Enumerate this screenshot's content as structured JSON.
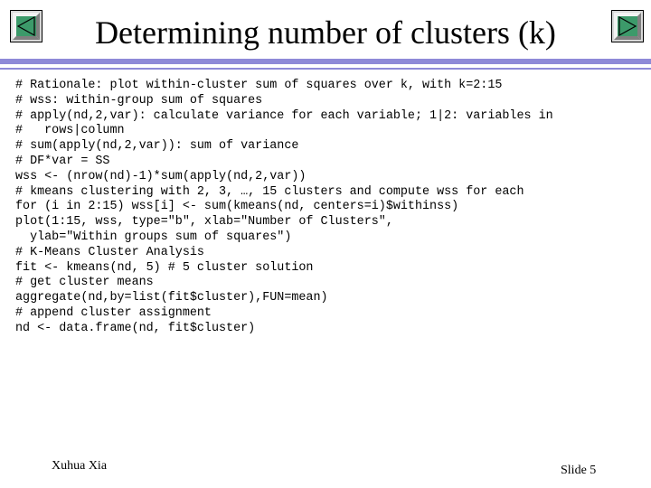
{
  "slide": {
    "title": "Determining number of clusters (k)",
    "code_lines": [
      "# Rationale: plot within-cluster sum of squares over k, with k=2:15",
      "# wss: within-group sum of squares",
      "# apply(nd,2,var): calculate variance for each variable; 1|2: variables in",
      "#   rows|column",
      "# sum(apply(nd,2,var)): sum of variance",
      "# DF*var = SS",
      "wss <- (nrow(nd)-1)*sum(apply(nd,2,var))",
      "# kmeans clustering with 2, 3, …, 15 clusters and compute wss for each",
      "for (i in 2:15) wss[i] <- sum(kmeans(nd, centers=i)$withinss)",
      "plot(1:15, wss, type=\"b\", xlab=\"Number of Clusters\",",
      "  ylab=\"Within groups sum of squares\")",
      "# K-Means Cluster Analysis",
      "fit <- kmeans(nd, 5) # 5 cluster solution",
      "# get cluster means",
      "aggregate(nd,by=list(fit$cluster),FUN=mean)",
      "# append cluster assignment",
      "nd <- data.frame(nd, fit$cluster)"
    ],
    "author": "Xuhua Xia",
    "slide_number": "Slide 5"
  },
  "navigation": {
    "prev_icon": "triangle-left-icon",
    "next_icon": "triangle-right-icon",
    "button_face_color": "#3c9a6a",
    "button_border_color": "#000000"
  },
  "colors": {
    "rule": "#8e8ad8",
    "background": "#ffffff",
    "text": "#000000"
  }
}
